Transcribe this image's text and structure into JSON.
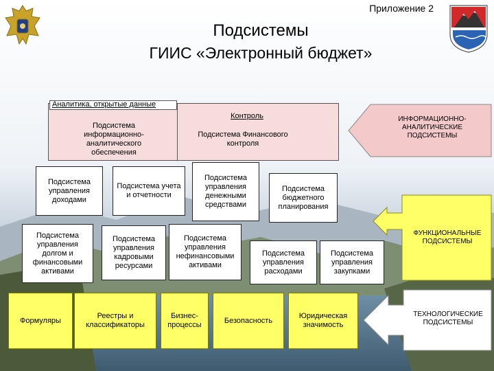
{
  "header": {
    "annex": "Приложение 2",
    "title_line1": "Подсистемы",
    "title_line2": "ГИИС «Электронный бюджет»"
  },
  "analytics_panel": {
    "header": "Аналитика, открытые данные",
    "subsystem": "Подсистема информационно-аналитического обеспечения"
  },
  "control_panel": {
    "header": "Контроль",
    "subsystem": "Подсистема Финансового контроля"
  },
  "functional_boxes": {
    "income": "Подсистема управления доходами",
    "accounting": "Подсистема учета и отчетности",
    "cash": "Подсистема управления денежными средствами",
    "planning": "Подсистема бюджетного планирования",
    "debt": "Подсистема управления долгом и финансовыми активами",
    "personnel": "Подсистема управления кадровыми ресурсами",
    "nonfinancial": "Подсистема управления нефинансовыми активами",
    "expenses": "Подсистема управления расходами",
    "procurement": "Подсистема управления закупками"
  },
  "technological_boxes": {
    "forms": "Формуляры",
    "registries": "Реестры и классификаторы",
    "processes": "Бизнес-процессы",
    "security": "Безопасность",
    "legal": "Юридическая значимость"
  },
  "arrows": {
    "info_analytical": "ИНФОРМАЦИОННО-АНАЛИТИЧЕСКИЕ ПОДСИСТЕМЫ",
    "functional": "ФУНКЦИОНАЛЬНЫЕ ПОДСИСТЕМЫ",
    "technological": "ТЕХНОЛОГИЧЕСКИЕ ПОДСИСТЕМЫ"
  },
  "colors": {
    "pink_arrow": "#f3c9c9",
    "yellow": "#ffff66",
    "panel": "#f7dcdc"
  }
}
